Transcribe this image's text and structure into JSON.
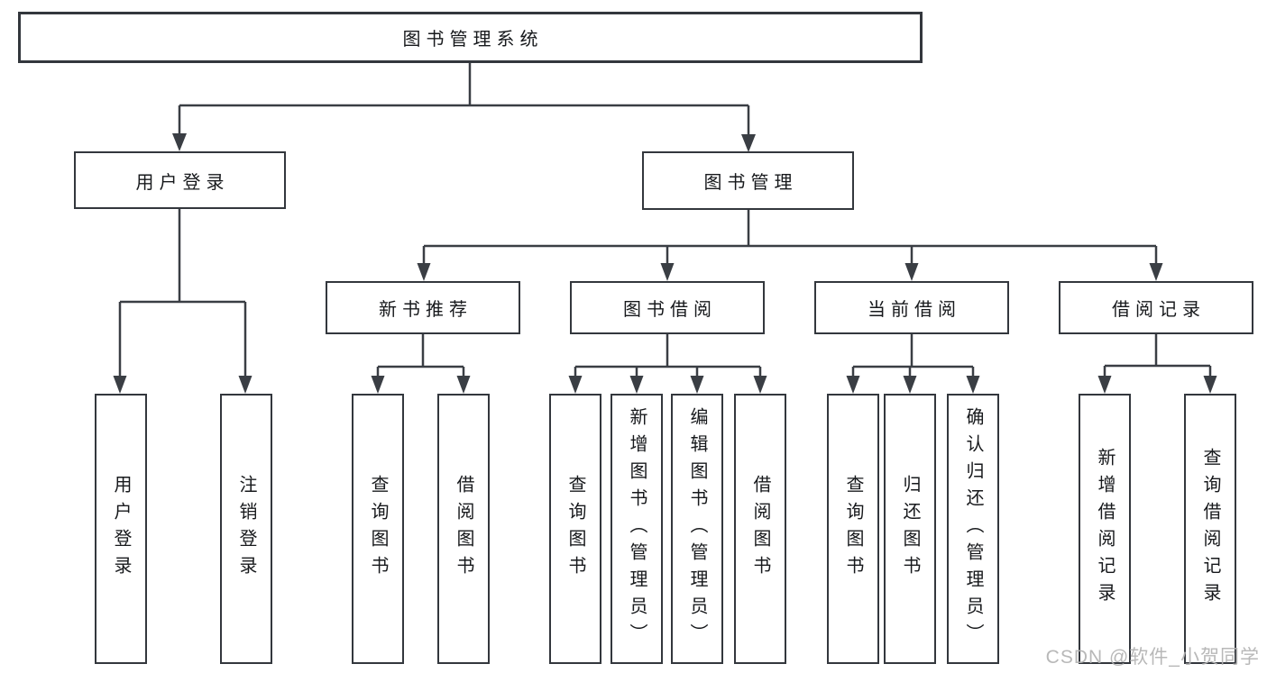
{
  "diagram": {
    "title": "图书管理系统",
    "level2": [
      "用户登录",
      "图书管理"
    ],
    "level3": [
      "新书推荐",
      "图书借阅",
      "当前借阅",
      "借阅记录"
    ],
    "leaves": [
      "用户登录",
      "注销登录",
      "查询图书",
      "借阅图书",
      "查询图书",
      "新增图书（管理员）",
      "编辑图书（管理员）",
      "借阅图书",
      "查询图书",
      "归还图书",
      "确认归还（管理员）",
      "新增借阅记录",
      "查询借阅记录"
    ],
    "hierarchy": {
      "root": "图书管理系统",
      "branches": [
        {
          "label": "用户登录",
          "children": [
            "用户登录",
            "注销登录"
          ]
        },
        {
          "label": "图书管理",
          "children": [
            {
              "label": "新书推荐",
              "children": [
                "查询图书",
                "借阅图书"
              ]
            },
            {
              "label": "图书借阅",
              "children": [
                "查询图书",
                "新增图书（管理员）",
                "编辑图书（管理员）",
                "借阅图书"
              ]
            },
            {
              "label": "当前借阅",
              "children": [
                "查询图书",
                "归还图书",
                "确认归还（管理员）"
              ]
            },
            {
              "label": "借阅记录",
              "children": [
                "新增借阅记录",
                "查询借阅记录"
              ]
            }
          ]
        }
      ]
    },
    "watermark": "CSDN @软件_小贺同学",
    "colors": {
      "line": "#3a3e44",
      "border": "#33373d",
      "text": "#17191c",
      "watermark": "#b2b2b2",
      "background": "#ffffff"
    }
  }
}
